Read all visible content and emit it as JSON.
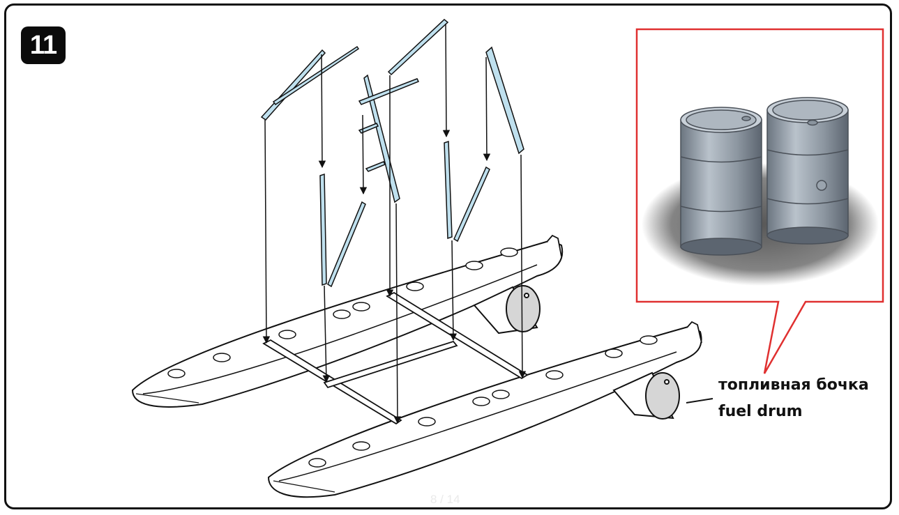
{
  "step": {
    "number": "11"
  },
  "callout": {
    "label_ru": "топливная бочка",
    "label_en": "fuel drum",
    "border_color": "#e03030"
  },
  "parts": {
    "strut_color": "#bfe0ee",
    "line_color": "#111111"
  },
  "pagination": {
    "text": "8 / 14"
  }
}
